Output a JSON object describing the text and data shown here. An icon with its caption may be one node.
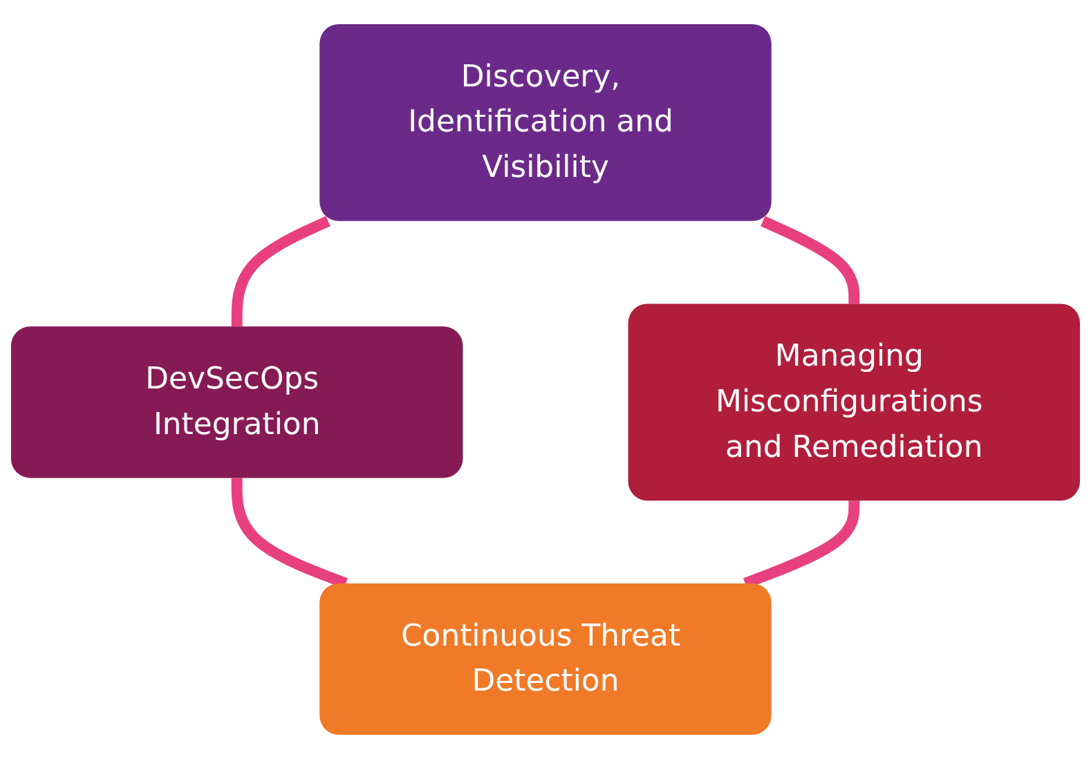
{
  "diagram": {
    "nodes": [
      {
        "text": [
          "Discovery, Identification and Visibility"
        ]
      },
      {
        "text": [
          "DevSecOps Integration"
        ]
      },
      {
        "text": [
          "Managing Misconfigurations and Remediation"
        ]
      },
      {
        "text": [
          "Continuous Threat Detection"
        ]
      }
    ],
    "edges": [
      {
        "from": 0,
        "to": 1,
        "arrow": "none"
      },
      {
        "from": 0,
        "to": 2,
        "arrow": "none"
      },
      {
        "from": 1,
        "to": 3,
        "arrow": "none"
      },
      {
        "from": 2,
        "to": 3,
        "arrow": "none"
      }
    ]
  }
}
